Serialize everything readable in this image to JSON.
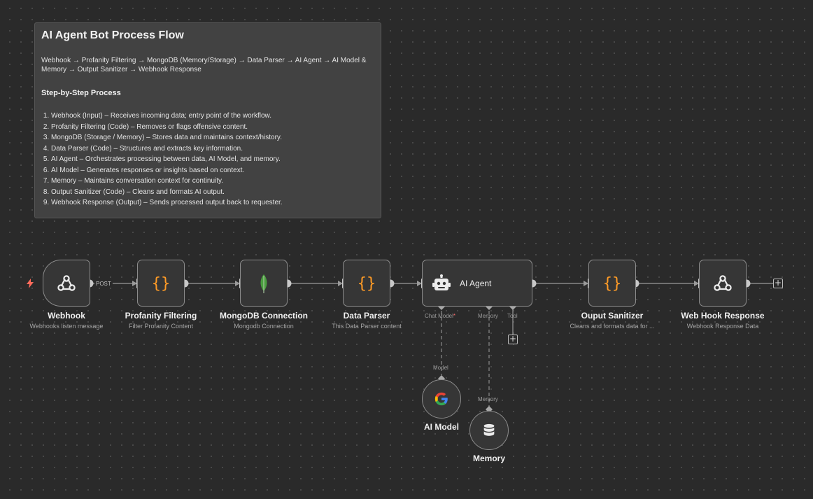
{
  "sticky_note": {
    "title": "AI Agent Bot Process Flow",
    "flow_line": "Webhook → Profanity Filtering → MongoDB (Memory/Storage) → Data Parser → AI Agent → AI Model & Memory → Output Sanitizer → Webhook Response",
    "steps_heading": "Step-by-Step Process",
    "steps": [
      "Webhook (Input) – Receives incoming data; entry point of the workflow.",
      "Profanity Filtering (Code) – Removes or flags offensive content.",
      "MongoDB (Storage / Memory) – Stores data and maintains context/history.",
      "Data Parser (Code) – Structures and extracts key information.",
      "AI Agent – Orchestrates processing between data, AI Model, and memory.",
      "AI Model – Generates responses or insights based on context.",
      "Memory – Maintains conversation context for continuity.",
      "Output Sanitizer (Code) – Cleans and formats AI output.",
      "Webhook Response (Output) – Sends processed output back to requester."
    ]
  },
  "nodes": {
    "webhook": {
      "title": "Webhook",
      "subtitle": "Webhooks listen message",
      "icon": "webhook-icon",
      "edge_label": "POST"
    },
    "profanity": {
      "title": "Profanity Filtering",
      "subtitle": "Filter Profanity Content",
      "icon": "code-braces-icon"
    },
    "mongodb": {
      "title": "MongoDB Connection",
      "subtitle": "Mongodb Connection",
      "icon": "mongodb-leaf-icon"
    },
    "parser": {
      "title": "Data Parser",
      "subtitle": "This Data Parser content",
      "icon": "code-braces-icon"
    },
    "agent": {
      "title": "AI Agent",
      "icon": "robot-icon",
      "ports": {
        "chat_model": "Chat Model",
        "chat_model_required": "*",
        "memory": "Memory",
        "tool": "Tool"
      }
    },
    "sanitizer": {
      "title": "Ouput Sanitizer",
      "subtitle": "Cleans and formats data for ...",
      "icon": "code-braces-icon"
    },
    "response": {
      "title": "Web Hook Response",
      "subtitle": "Webhook Response Data",
      "icon": "webhook-icon"
    },
    "ai_model": {
      "title": "AI Model",
      "port_label": "Model",
      "icon": "google-g-icon"
    },
    "memory": {
      "title": "Memory",
      "port_label": "Memory",
      "icon": "database-icon"
    }
  },
  "colors": {
    "background": "#2a2a2a",
    "node_fill": "#363636",
    "node_border": "#8c8c8c",
    "code_icon": "#ff9b26",
    "mongodb_leaf": "#4a9e3f",
    "trigger_bolt": "#ff6b5b",
    "required_mark": "#ff6b6b"
  },
  "add_button": "+"
}
